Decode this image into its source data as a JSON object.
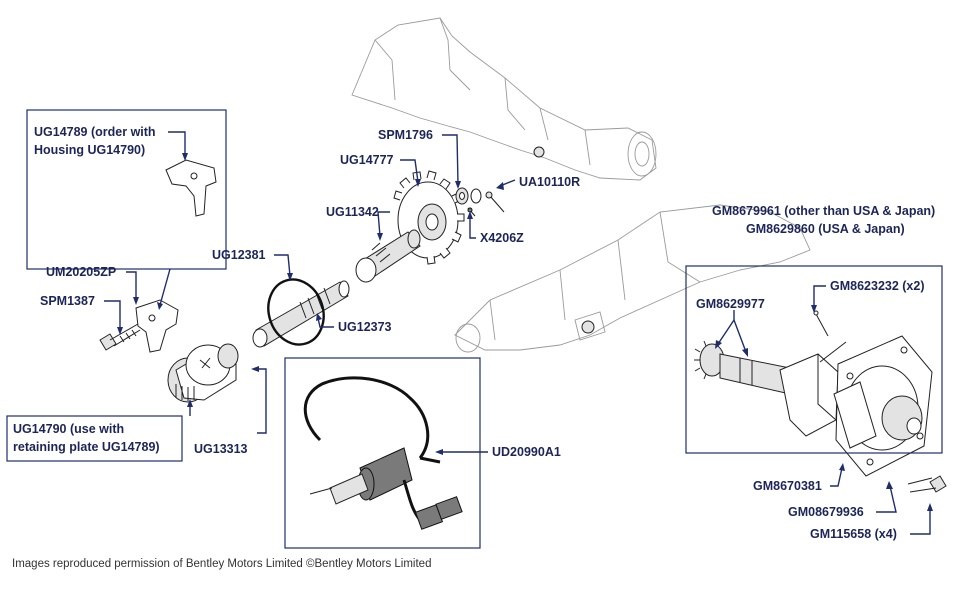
{
  "colors": {
    "label": "#1c2557",
    "leader": "#1f2d6b"
  },
  "labels": {
    "spm1796": "SPM1796",
    "ug14777": "UG14777",
    "ua10110r": "UA10110R",
    "ug11342": "UG11342",
    "x4206z": "X4206Z",
    "ug12381": "UG12381",
    "ug12373": "UG12373",
    "um20205zp": "UM20205ZP",
    "spm1387": "SPM1387",
    "ug13313": "UG13313",
    "ud20990a1": "UD20990A1",
    "gm8679961": "GM8679961 (other than USA & Japan)",
    "gm8629860": "GM8629860 (USA & Japan)",
    "gm8623232": "GM8623232 (x2)",
    "gm8629977": "GM8629977",
    "gm8670381": "GM8670381",
    "gm08679936": "GM08679936",
    "gm115658": "GM115658 (x4)"
  },
  "boxes": {
    "ug14789": {
      "line1": "UG14789 (order with",
      "line2": "Housing UG14790)"
    },
    "ug14790": {
      "line1": "UG14790 (use with",
      "line2": "retaining plate UG14789)"
    }
  },
  "footer": {
    "credit": "Images reproduced permission of Bentley Motors Limited ©Bentley Motors Limited"
  }
}
